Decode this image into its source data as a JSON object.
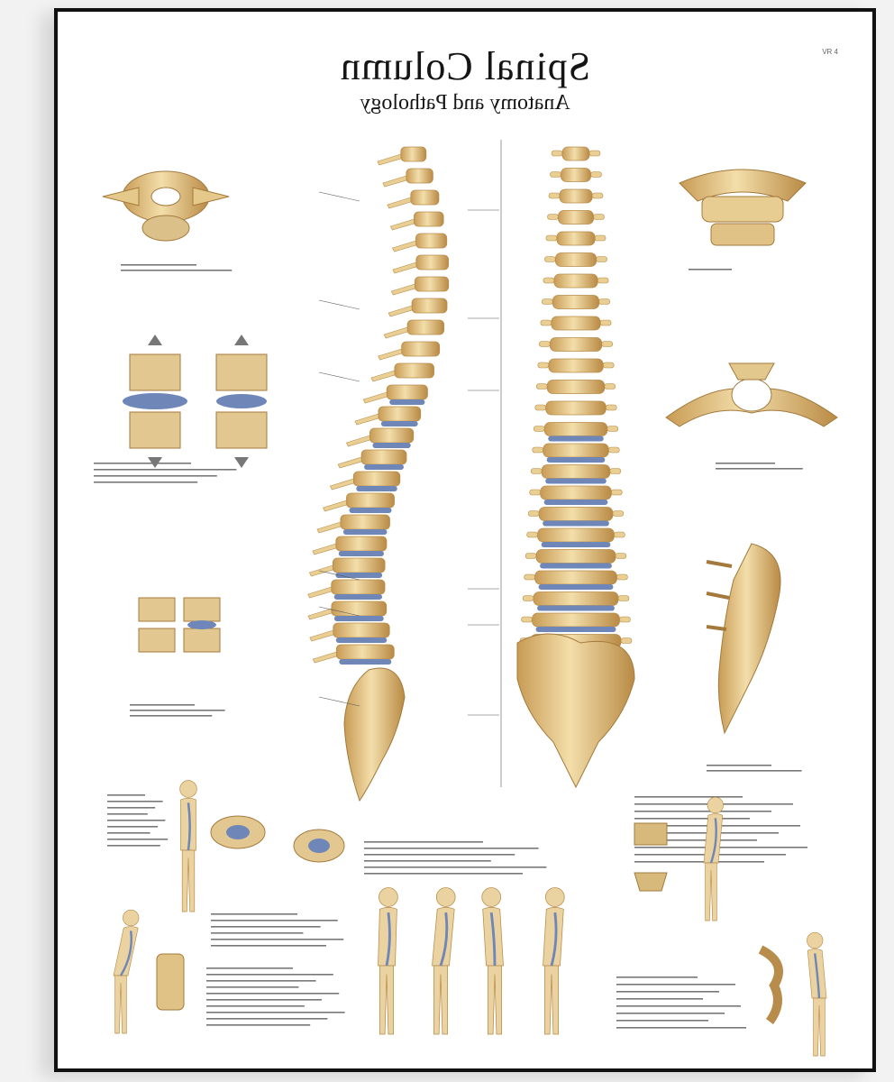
{
  "poster": {
    "title": "Spinal Column",
    "subtitle": "Anatomy and Pathology",
    "code": "VR 4"
  },
  "colors": {
    "bone": "#e9cf93",
    "bone_dark": "#b88c4a",
    "disc": "#6f86b8",
    "skin": "#ead3a1",
    "text": "#151515",
    "frame": "#111111"
  },
  "spine": {
    "front_vertebrae": 24,
    "side_vertebrae": 24
  }
}
